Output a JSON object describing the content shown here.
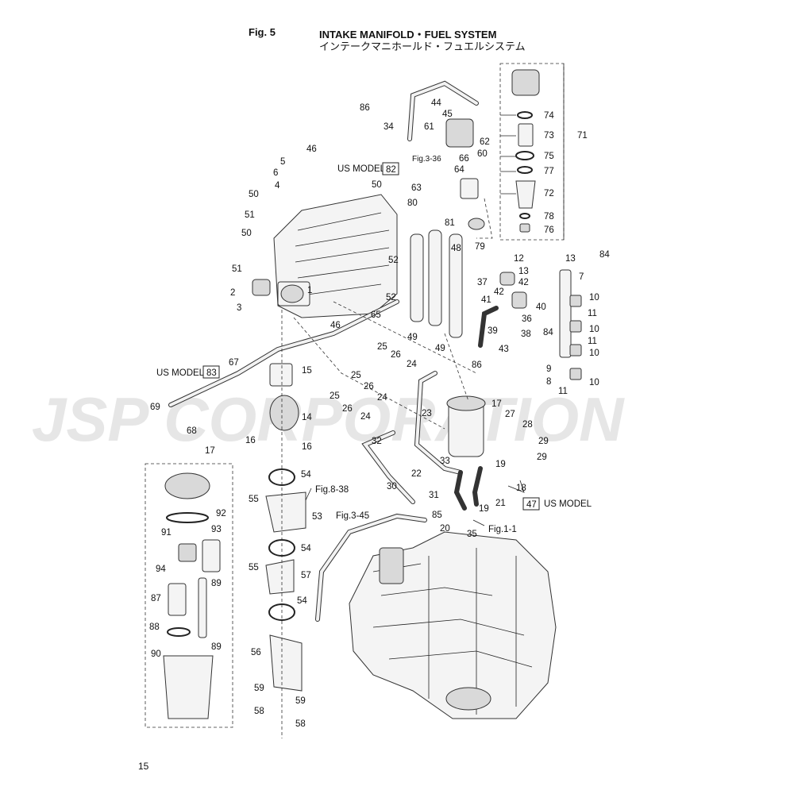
{
  "header": {
    "fig": "Fig. 5",
    "title_en": "INTAKE MANIFOLD・FUEL SYSTEM",
    "title_jp": "インテークマニホールド・フュエルシステム"
  },
  "page_number": "15",
  "watermark": "JSP CORPORATION",
  "us_model_text": "US MODEL",
  "boxed_refs": [
    "82",
    "83",
    "47"
  ],
  "figure_refs": [
    "Fig.3-36",
    "Fig.8-38",
    "Fig.3-45",
    "Fig.1-1"
  ],
  "callouts": [
    "86",
    "44",
    "45",
    "34",
    "61",
    "62",
    "60",
    "66",
    "64",
    "46",
    "5",
    "6",
    "4",
    "50",
    "50",
    "51",
    "50",
    "51",
    "2",
    "3",
    "1",
    "52",
    "52",
    "65",
    "46",
    "48",
    "49",
    "49",
    "63",
    "80",
    "81",
    "79",
    "71",
    "74",
    "73",
    "75",
    "77",
    "72",
    "78",
    "76",
    "12",
    "13",
    "13",
    "84",
    "7",
    "37",
    "42",
    "42",
    "41",
    "40",
    "36",
    "39",
    "84",
    "38",
    "43",
    "10",
    "11",
    "10",
    "11",
    "10",
    "9",
    "8",
    "11",
    "10",
    "86",
    "67",
    "15",
    "25",
    "26",
    "24",
    "25",
    "26",
    "24",
    "25",
    "26",
    "24",
    "14",
    "16",
    "16",
    "17",
    "27",
    "28",
    "29",
    "29",
    "23",
    "32",
    "22",
    "33",
    "19",
    "19",
    "18",
    "21",
    "30",
    "31",
    "20",
    "35",
    "54",
    "55",
    "53",
    "85",
    "54",
    "55",
    "57",
    "54",
    "56",
    "59",
    "59",
    "58",
    "58",
    "69",
    "68",
    "17",
    "92",
    "91",
    "93",
    "94",
    "89",
    "87",
    "88",
    "89",
    "90"
  ]
}
